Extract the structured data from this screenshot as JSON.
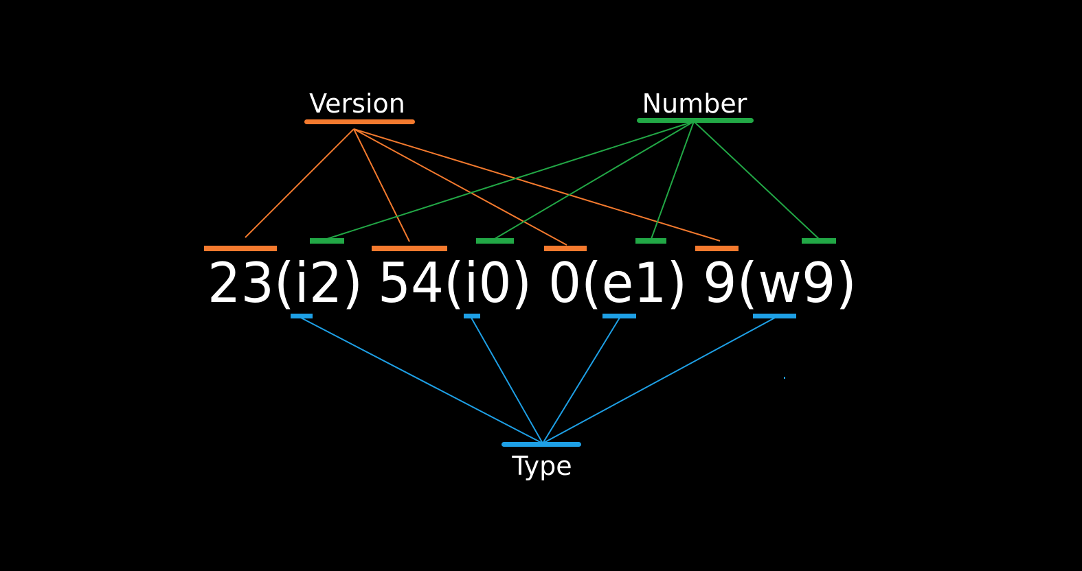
{
  "labels": {
    "version": "Version",
    "number": "Number",
    "type": "Type"
  },
  "tokens": [
    "23(i2)",
    "54(i0)",
    "0(e1)",
    "9(w9)"
  ],
  "colors": {
    "background": "#000000",
    "text": "#ffffff",
    "version": "#f47a2e",
    "number": "#22a846",
    "type": "#1ea0e6"
  }
}
